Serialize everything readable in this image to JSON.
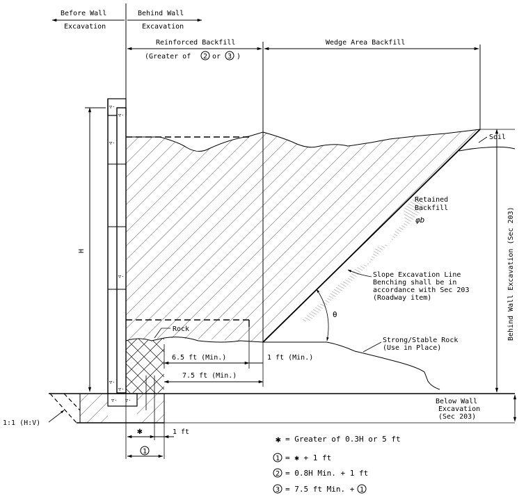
{
  "labels": {
    "before_wall_1": "Before Wall",
    "before_wall_2": "Excavation",
    "behind_wall_1": "Behind Wall",
    "behind_wall_2": "Excavation",
    "reinforced_backfill": "Reinforced Backfill",
    "reinforced_note_pre": "(Greater of",
    "reinforced_note_mid": "or",
    "reinforced_note_post": ")",
    "wedge_area": "Wedge Area Backfill",
    "soil": "Soil",
    "retained_1": "Retained",
    "retained_2": "Backfill",
    "retained_symbol": "φb",
    "slope_1": "Slope Excavation Line",
    "slope_2": "Benching shall be in",
    "slope_3": "accordance with Sec 203",
    "slope_4": "(Roadway item)",
    "theta": "θ",
    "rock": "Rock",
    "stable_rock_1": "Strong/Stable Rock",
    "stable_rock_2": "(Use in Place)",
    "height": "H",
    "dim_6_5": "6.5 ft (Min.)",
    "dim_1ft_min": "1 ft (Min.)",
    "dim_7_5": "7.5 ft (Min.)",
    "dim_1ft": "1 ft",
    "dim_star": "✱",
    "dim_circ1": "1",
    "slope_ratio": "1:1 (H:V)",
    "behind_wall_exc_vertical": "Behind Wall Excavation (Sec 203)",
    "below_wall_1": "Below Wall",
    "below_wall_2": "Excavation",
    "below_wall_3": "(Sec 203)"
  },
  "circled": {
    "two": "2",
    "three": "3"
  },
  "legend": [
    {
      "sym": "✱",
      "circled": false,
      "text": "= Greater of 0.3H or 5 ft"
    },
    {
      "sym": "1",
      "circled": true,
      "text": "= ✱ + 1 ft"
    },
    {
      "sym": "2",
      "circled": true,
      "text": "= 0.8H Min. + 1 ft"
    },
    {
      "sym": "3",
      "circled": true,
      "text": "= 7.5 ft Min. +"
    }
  ],
  "legend_tail_circle": "1"
}
